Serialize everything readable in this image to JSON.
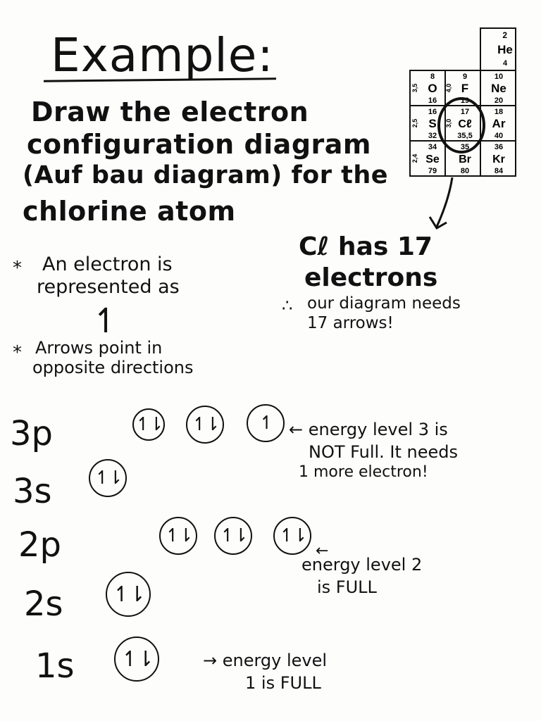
{
  "title": "Example:",
  "task": {
    "line1": "Draw the electron",
    "line2": "configuration diagram",
    "line3": "(Auf bau diagram) for the",
    "line4": "chlorine atom"
  },
  "notes": {
    "star": "*",
    "electron_line1": "An electron is",
    "electron_line2": "represented as",
    "electron_symbol": "↿",
    "arrows_line1": "Arrows point in",
    "arrows_line2": "opposite directions"
  },
  "chlorine": {
    "line1": "Cℓ has 17",
    "line2": "electrons",
    "therefore": "∴",
    "needs_line1": "our diagram needs",
    "needs_line2": "17 arrows!"
  },
  "periodic_table": {
    "he": {
      "number": "2",
      "symbol": "He",
      "mass": "4"
    },
    "rows": [
      [
        {
          "number": "8",
          "symbol": "O",
          "mass": "16",
          "en": "3,5"
        },
        {
          "number": "9",
          "symbol": "F",
          "mass": "19",
          "en": "4,0"
        },
        {
          "number": "10",
          "symbol": "Ne",
          "mass": "20",
          "en": ""
        }
      ],
      [
        {
          "number": "16",
          "symbol": "S",
          "mass": "32",
          "en": "2,5"
        },
        {
          "number": "17",
          "symbol": "Cℓ",
          "mass": "35,5",
          "en": "3,0"
        },
        {
          "number": "18",
          "symbol": "Ar",
          "mass": "40",
          "en": ""
        }
      ],
      [
        {
          "number": "34",
          "symbol": "Se",
          "mass": "79",
          "en": "2,4"
        },
        {
          "number": "35",
          "symbol": "Br",
          "mass": "80",
          "en": ""
        },
        {
          "number": "36",
          "symbol": "Kr",
          "mass": "84",
          "en": ""
        }
      ]
    ]
  },
  "orbitals": {
    "3p": {
      "label": "3p",
      "boxes": [
        "↿⇂",
        "↿⇂",
        "↿"
      ]
    },
    "3s": {
      "label": "3s",
      "boxes": [
        "↿⇂"
      ]
    },
    "2p": {
      "label": "2p",
      "boxes": [
        "↿⇂",
        "↿⇂",
        "↿⇂"
      ]
    },
    "2s": {
      "label": "2s",
      "boxes": [
        "↿⇂"
      ]
    },
    "1s": {
      "label": "1s",
      "boxes": [
        "↿⇂"
      ]
    }
  },
  "comments": {
    "level3_line1": "← energy level 3 is",
    "level3_line2": "NOT Full. It needs",
    "level3_line3": "1 more electron!",
    "level2_arrow": "←",
    "level2_line1": "energy level 2",
    "level2_line2": "is FULL",
    "level1_line1": "→ energy level",
    "level1_line2": "1 is FULL"
  }
}
